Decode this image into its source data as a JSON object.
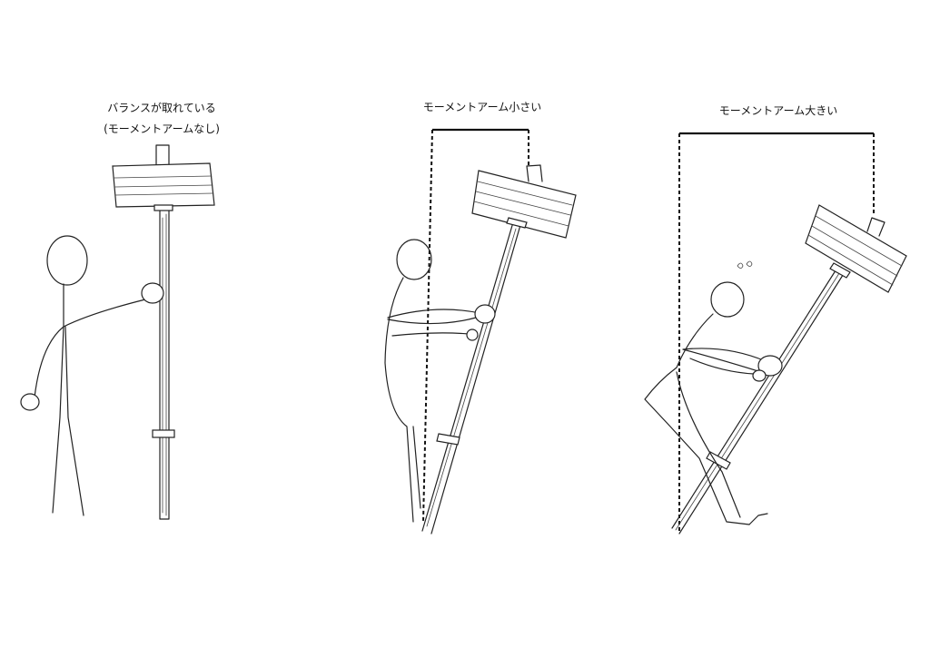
{
  "panels": [
    {
      "caption_line1": "バランスが取れている",
      "caption_line2": "(モーメントアームなし)"
    },
    {
      "caption_line1": "モーメントアーム小さい"
    },
    {
      "caption_line1": "モーメントアーム大きい"
    }
  ]
}
